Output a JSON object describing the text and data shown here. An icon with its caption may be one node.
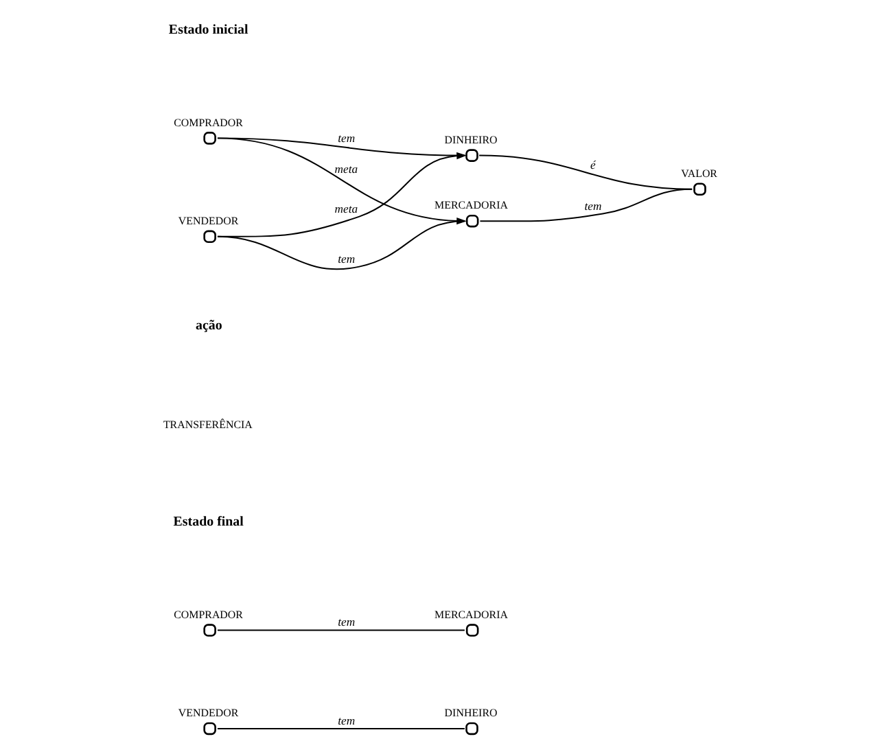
{
  "diagram": {
    "nodes": [
      {
        "text": [
          "COMPRADOR"
        ]
      },
      {
        "text": [
          "DINHEIRO"
        ]
      },
      {
        "text": [
          "VALOR"
        ]
      },
      {
        "text": [
          "VENDEDOR"
        ]
      },
      {
        "text": [
          "MERCADORIA"
        ]
      },
      {
        "text": [
          "COMPRADOR"
        ]
      },
      {
        "text": [
          "MERCADORIA"
        ]
      },
      {
        "text": [
          "VENDEDOR"
        ]
      },
      {
        "text": [
          "DINHEIRO"
        ]
      }
    ],
    "edges": [
      {
        "from": 0,
        "to": 1,
        "label": "tem",
        "arrow": "none"
      },
      {
        "from": 3,
        "to": 1,
        "label": "meta",
        "arrow": "to"
      },
      {
        "from": 0,
        "to": 4,
        "label": "meta",
        "arrow": "to"
      },
      {
        "from": 3,
        "to": 4,
        "label": "tem",
        "arrow": "none"
      },
      {
        "from": 1,
        "to": 2,
        "label": "é",
        "arrow": "none"
      },
      {
        "from": 4,
        "to": 2,
        "label": "tem",
        "arrow": "none"
      },
      {
        "from": 5,
        "to": 6,
        "label": "tem",
        "arrow": "none"
      },
      {
        "from": 7,
        "to": 8,
        "label": "tem",
        "arrow": "none"
      }
    ],
    "labels": [
      "Estado inicial",
      "ação",
      "TRANSFERÊNCIA",
      "Estado final"
    ]
  }
}
